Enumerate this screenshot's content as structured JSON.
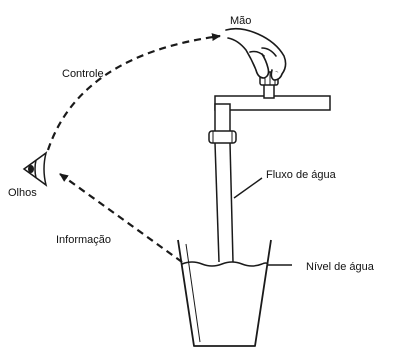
{
  "labels": {
    "hand": "Mão",
    "control": "Controle",
    "eyes": "Olhos",
    "water_flow": "Fluxo de água",
    "information": "Informação",
    "water_level": "Nível de água"
  },
  "colors": {
    "line": "#1a1a1a",
    "background": "#ffffff"
  }
}
